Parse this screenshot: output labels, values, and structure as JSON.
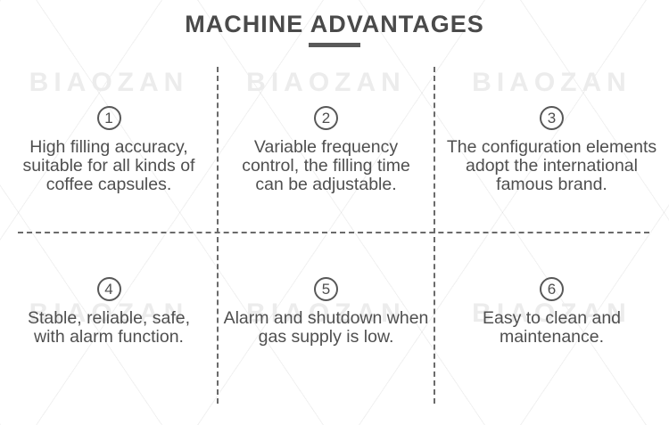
{
  "page": {
    "title": "MACHINE ADVANTAGES",
    "watermark": "BIAOZAN"
  },
  "colors": {
    "title_text": "#4a4a4a",
    "body_text": "#4f4f4f",
    "divider": "#6a6a6a",
    "watermark": "#ececec",
    "background": "#ffffff"
  },
  "advantages": [
    {
      "number": "1",
      "text": "High filling accuracy,\nsuitable for all kinds of\ncoffee capsules."
    },
    {
      "number": "2",
      "text": "Variable frequency\ncontrol, the filling time\ncan be adjustable."
    },
    {
      "number": "3",
      "text": "The configuration elements\nadopt the international\nfamous brand."
    },
    {
      "number": "4",
      "text": "Stable, reliable, safe,\nwith alarm function."
    },
    {
      "number": "5",
      "text": "Alarm and shutdown when\ngas supply is low."
    },
    {
      "number": "6",
      "text": "Easy to clean and\nmaintenance."
    }
  ]
}
